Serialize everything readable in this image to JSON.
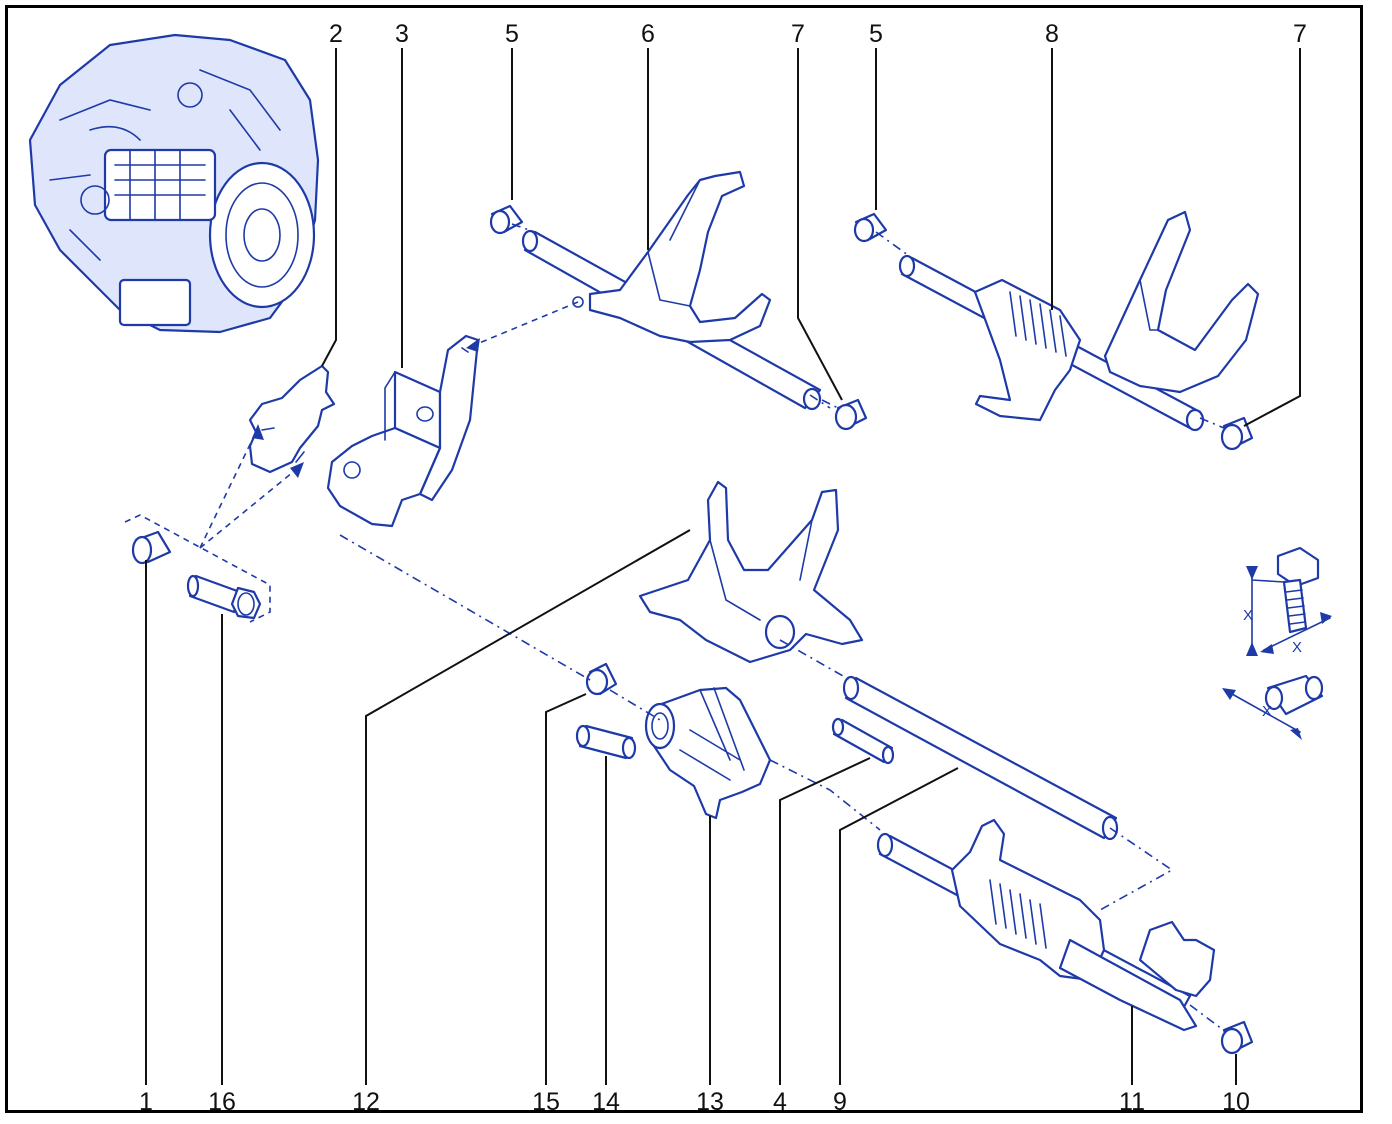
{
  "callouts": {
    "c1": "1",
    "c2": "2",
    "c3": "3",
    "c4": "4",
    "c5a": "5",
    "c5b": "5",
    "c6": "6",
    "c7a": "7",
    "c7b": "7",
    "c8": "8",
    "c9": "9",
    "c10": "10",
    "c11": "11",
    "c12": "12",
    "c13": "13",
    "c14": "14",
    "c15": "15",
    "c16": "16"
  },
  "dimension_labels": {
    "x1": "X",
    "x2": "X",
    "x3": "X"
  },
  "icons": [
    "gearbox-thumbnail-icon",
    "bolt-dimension-icon",
    "sleeve-dimension-icon"
  ],
  "colors": {
    "line_art": "#1e3aa8",
    "callout_text": "#111111",
    "frame": "#000000"
  }
}
